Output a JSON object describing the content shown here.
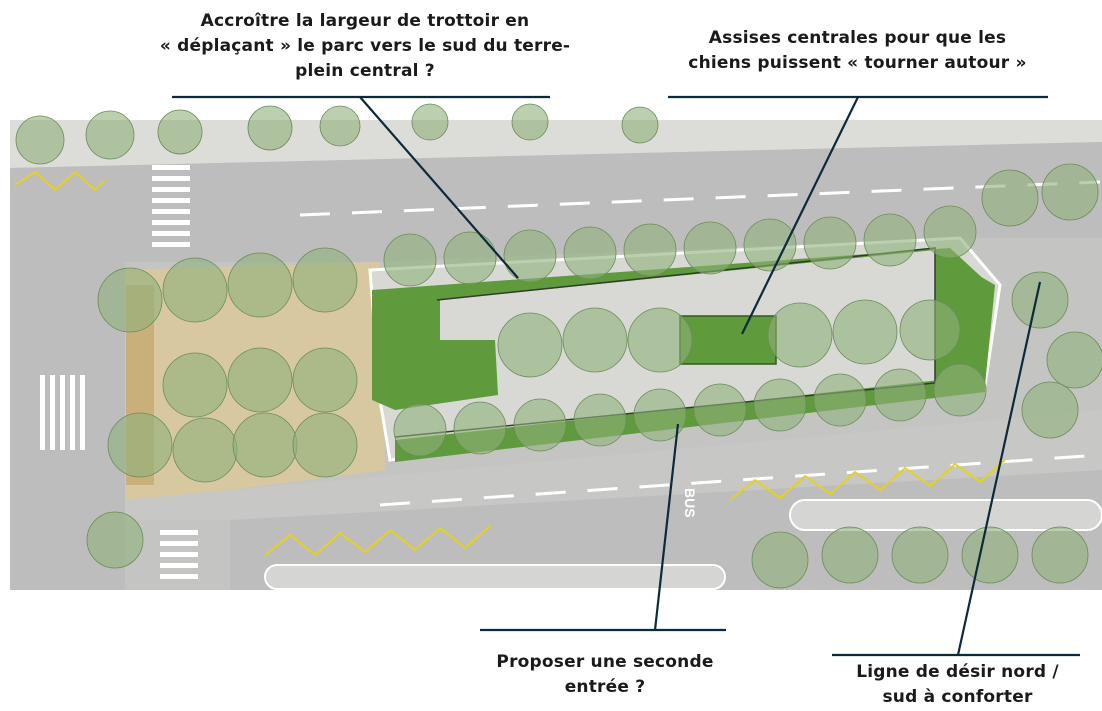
{
  "annotations": [
    {
      "id": "sidewalk",
      "lines": [
        "Accroître la largeur de trottoir en",
        "« déplaçant » le parc vers le sud du terre-",
        "plein central ?"
      ]
    },
    {
      "id": "seating",
      "lines": [
        "Assises centrales pour que les",
        "chiens puissent « tourner autour »"
      ]
    },
    {
      "id": "entrance",
      "lines": [
        "Proposer une seconde",
        "entrée ?"
      ]
    },
    {
      "id": "desire-line",
      "lines": [
        "Ligne de désir nord /",
        "sud à conforter"
      ]
    }
  ],
  "map_markings": {
    "bus": "BUS"
  },
  "colors": {
    "road": "#c9c9c9",
    "grass": "#5f9a3c",
    "tree": "#8fb07a",
    "paving": "#d8c8a0",
    "line": "#0d2a3a",
    "zigzag": "#e5d21c"
  }
}
